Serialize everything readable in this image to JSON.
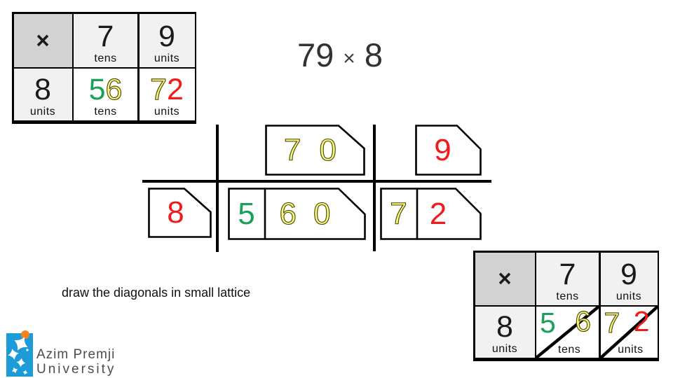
{
  "title": {
    "multiplicand": "79",
    "operator": "×",
    "multiplier": "8"
  },
  "caption": "draw the diagonals in small lattice",
  "colors": {
    "green": "#1aa157",
    "yellow": "#f9f57e",
    "red": "#ee1c1c",
    "black_digit": "#1a1a1a",
    "logo_blue": "#1b9cd8",
    "logo_orange": "#f5821f"
  },
  "top_table": {
    "multiply_sign": "×",
    "header_tens": {
      "digit": "7",
      "label": "tens"
    },
    "header_units": {
      "digit": "9",
      "label": "units"
    },
    "row": {
      "multiplier": {
        "digit": "8",
        "label": "units"
      },
      "tens_cell": {
        "digits": [
          {
            "text": "5",
            "color": "green"
          },
          {
            "text": "6",
            "color": "yellow"
          }
        ],
        "label": "tens"
      },
      "units_cell": {
        "digits": [
          {
            "text": "7",
            "color": "yellow"
          },
          {
            "text": "2",
            "color": "red"
          }
        ],
        "label": "units"
      }
    }
  },
  "lattice": {
    "top_tens_card": {
      "digits": [
        {
          "text": "7",
          "color": "yellow"
        },
        {
          "text": "0",
          "color": "yellow"
        }
      ]
    },
    "top_units_card": {
      "digits": [
        {
          "text": "9",
          "color": "red"
        }
      ]
    },
    "multiplier_card": {
      "digits": [
        {
          "text": "8",
          "color": "red"
        }
      ]
    },
    "bottom_tens_card": {
      "carry": {
        "text": "5",
        "color": "green"
      },
      "digits": [
        {
          "text": "6",
          "color": "yellow"
        },
        {
          "text": "0",
          "color": "yellow"
        }
      ]
    },
    "bottom_units_card": {
      "carry": {
        "text": "7",
        "color": "yellow"
      },
      "digits": [
        {
          "text": "2",
          "color": "red"
        }
      ]
    }
  },
  "bottom_table": {
    "multiply_sign": "×",
    "header_tens": {
      "digit": "7",
      "label": "tens"
    },
    "header_units": {
      "digit": "9",
      "label": "units"
    },
    "row": {
      "multiplier": {
        "digit": "8",
        "label": "units"
      },
      "tens_cell": {
        "digit_left": {
          "text": "5",
          "color": "green"
        },
        "digit_right": {
          "text": "6",
          "color": "yellow"
        },
        "label": "tens"
      },
      "units_cell": {
        "digit_left": {
          "text": "7",
          "color": "yellow"
        },
        "digit_right": {
          "text": "2",
          "color": "red"
        },
        "label": "units"
      }
    }
  },
  "logo": {
    "line1": "Azim Premji",
    "line2": "University"
  }
}
